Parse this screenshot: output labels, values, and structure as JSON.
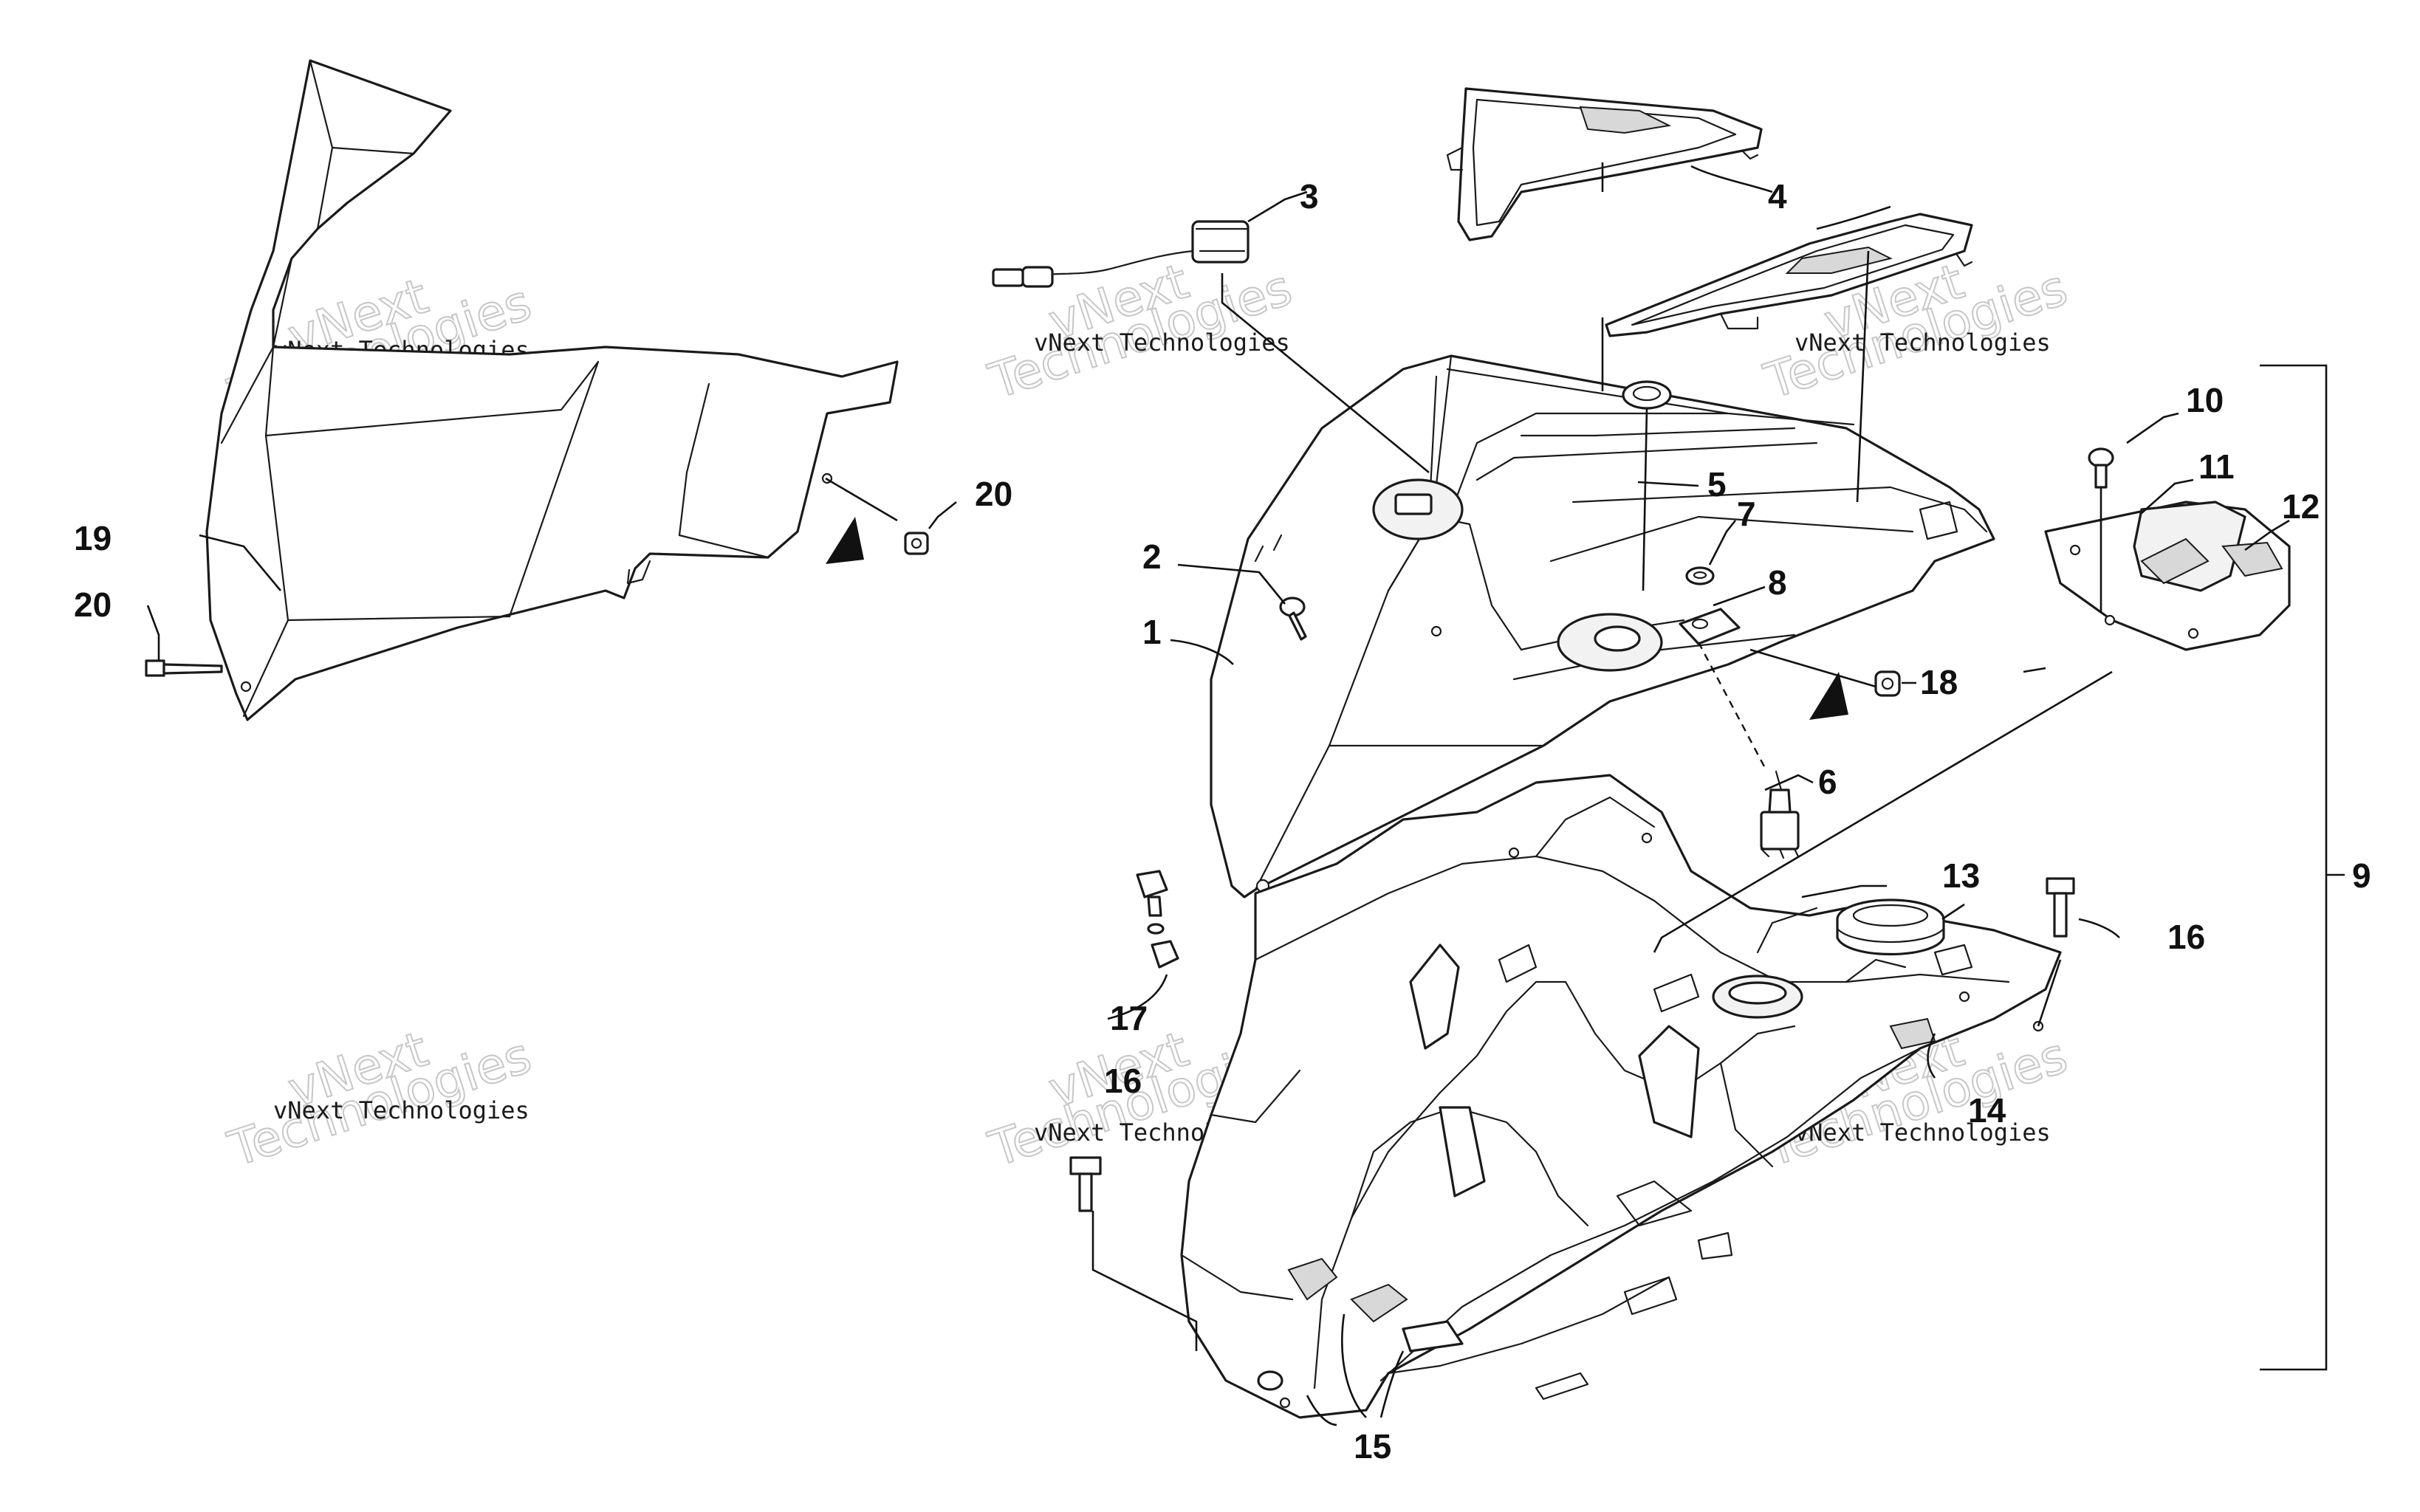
{
  "watermark": {
    "line1": "vNext",
    "line2": "Technologies",
    "caption": "vNext Technologies"
  },
  "callouts": {
    "c1": "1",
    "c2": "2",
    "c3": "3",
    "c4": "4",
    "c5": "5",
    "c6": "6",
    "c7": "7",
    "c8": "8",
    "c9": "9",
    "c10": "10",
    "c11": "11",
    "c12": "12",
    "c13": "13",
    "c14": "14",
    "c15": "15",
    "c16a": "16",
    "c16b": "16",
    "c17": "17",
    "c18": "18",
    "c19": "19",
    "c20a": "20",
    "c20b": "20"
  }
}
